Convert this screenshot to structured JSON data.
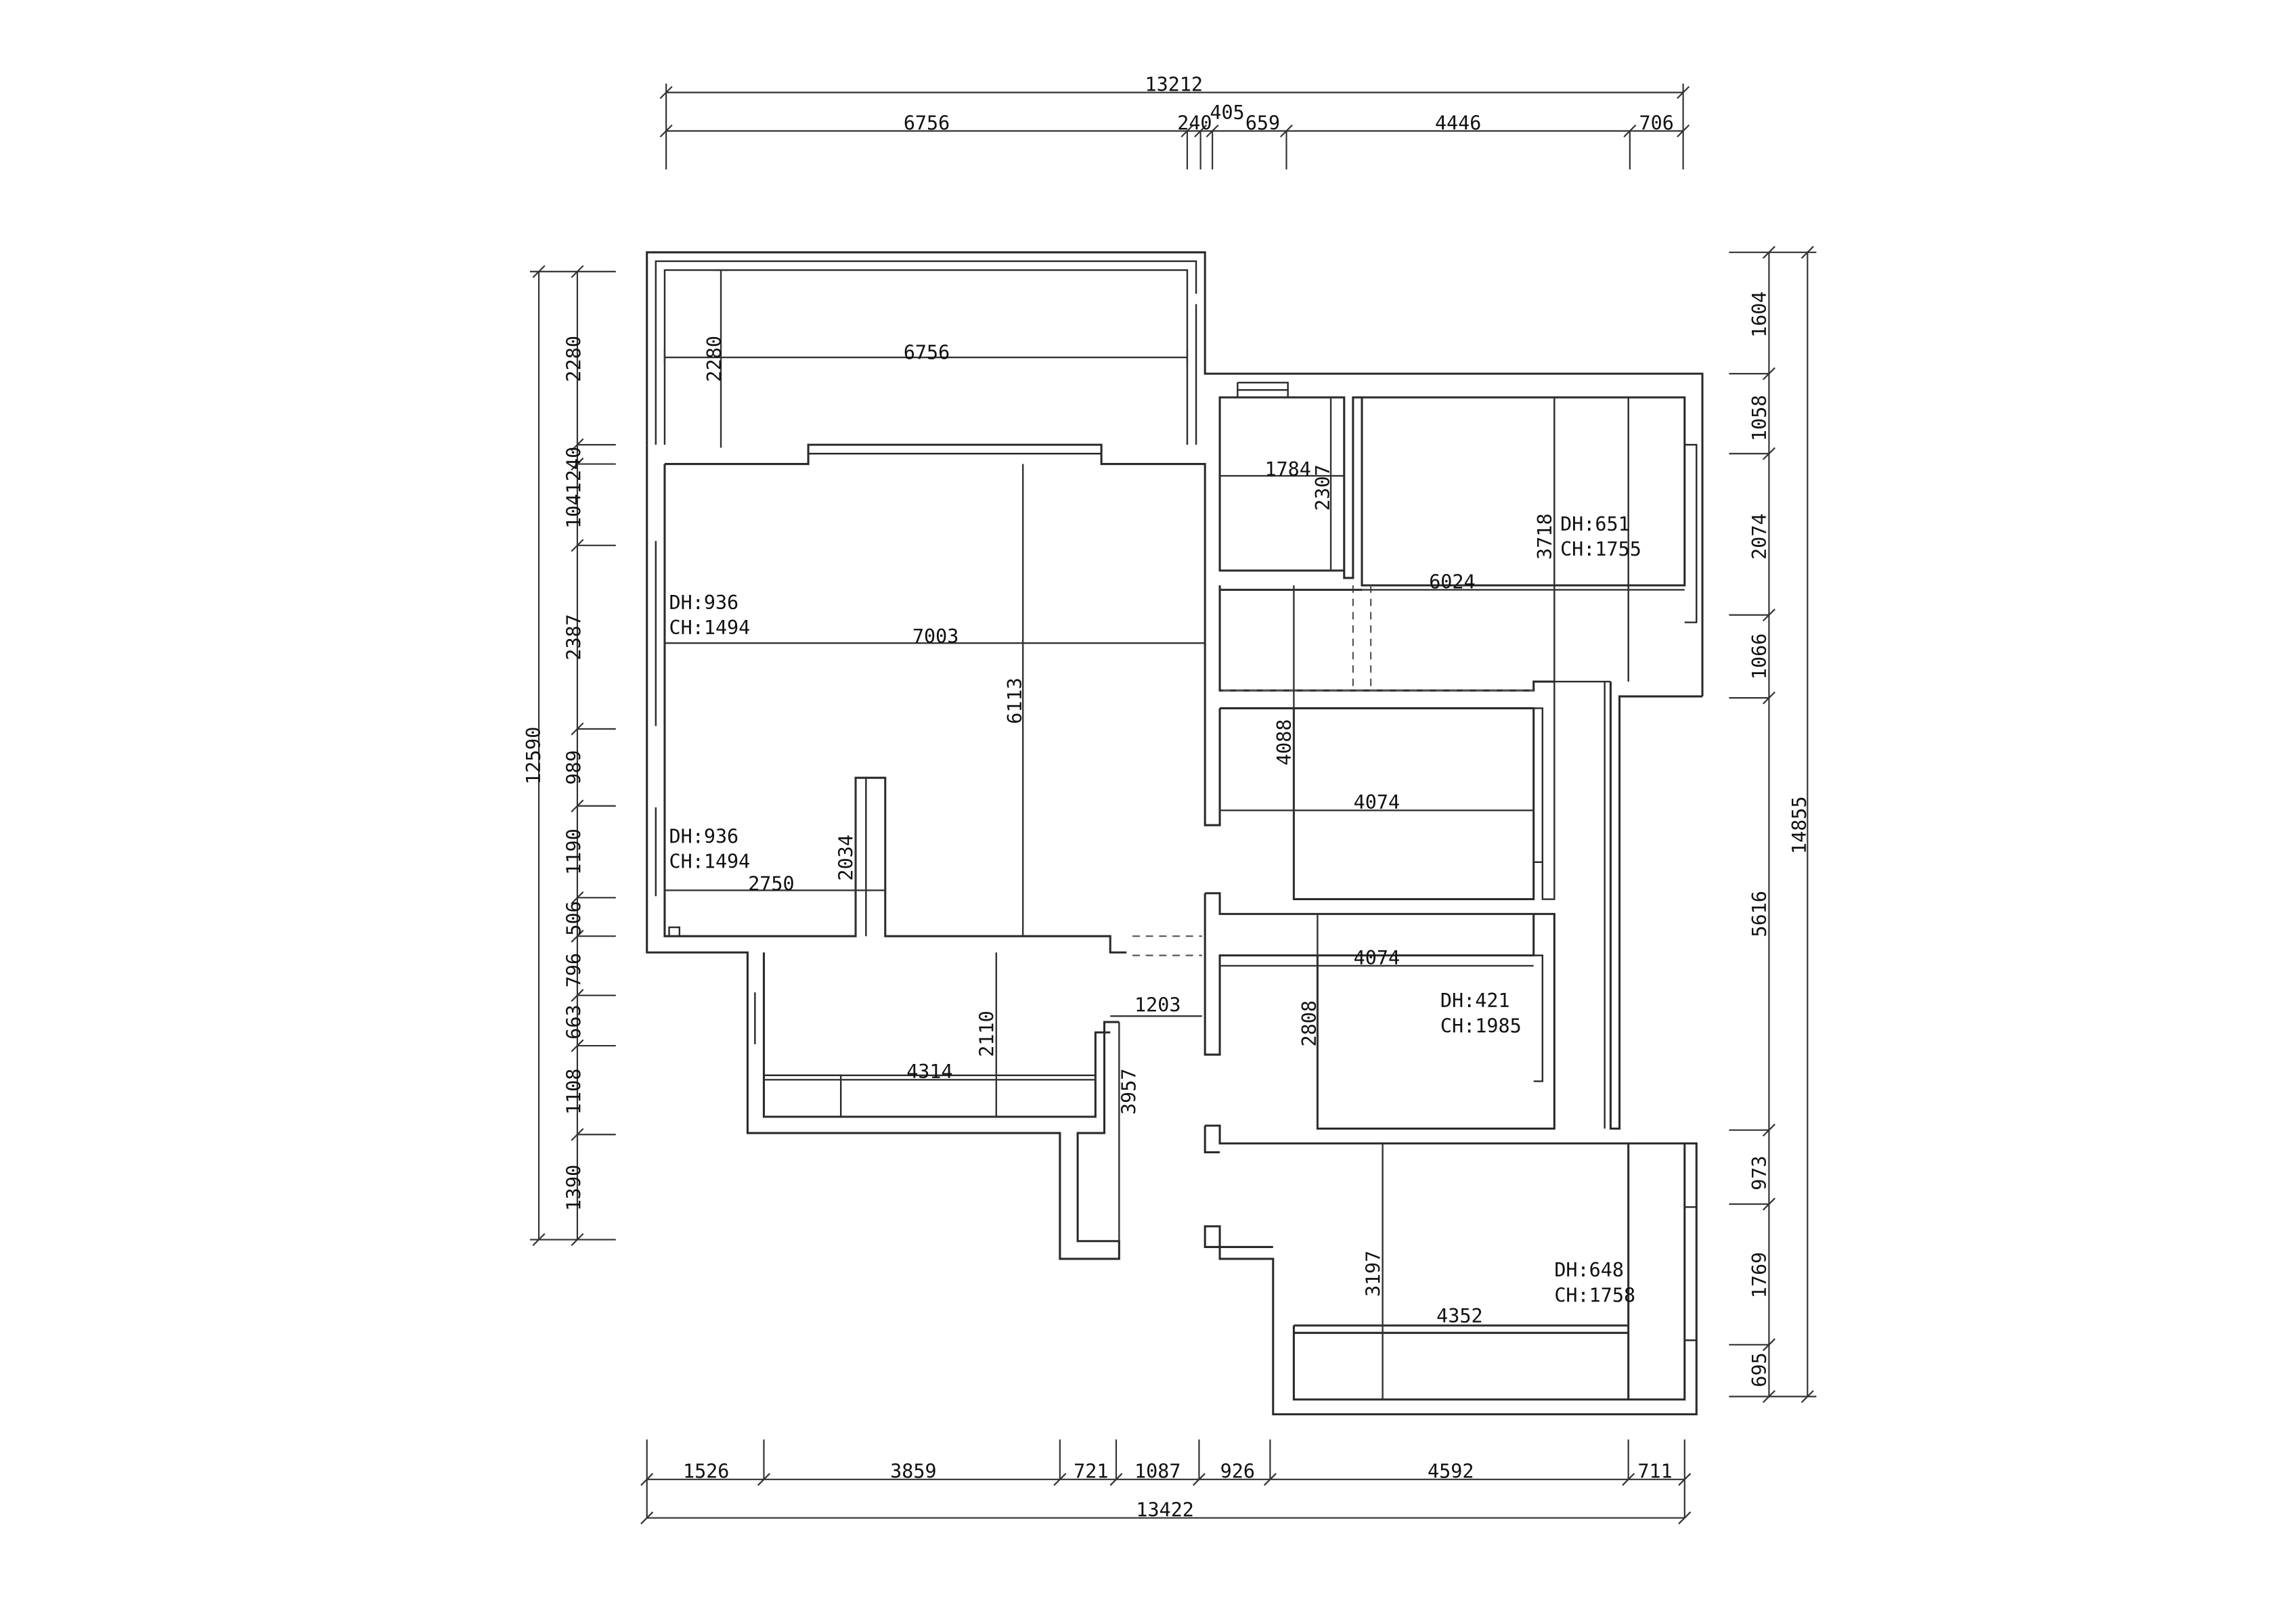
{
  "plan": {
    "top_chain": {
      "overall": "13212",
      "segments": [
        "6756",
        "240",
        "405",
        "659",
        "4446",
        "706"
      ]
    },
    "bottom_chain": {
      "overall": "13422",
      "segments": [
        "1526",
        "3859",
        "721",
        "1087",
        "926",
        "4592",
        "711"
      ]
    },
    "left_chain": {
      "overall": "12590",
      "segments": [
        "2280",
        "240",
        "1041",
        "2387",
        "989",
        "1190",
        "506",
        "796",
        "663",
        "1108",
        "1390"
      ]
    },
    "right_chain": {
      "overall": "14855",
      "segments": [
        "1604",
        "1058",
        "2074",
        "1066",
        "5616",
        "973",
        "1769",
        "695"
      ]
    },
    "interior": {
      "balcony_width": "6756",
      "balcony_depth": "2280",
      "toilet_width": "1784",
      "toilet_depth": "2307",
      "master_width": "6024",
      "master_depth": "3718",
      "living_width": "7003",
      "living_depth": "6113",
      "dining_width": "2750",
      "dining_depth": "2034",
      "corridor_depth": "4088",
      "room2_width": "4074",
      "room3_width": "4074",
      "room3_depth": "2808",
      "kitchen_width": "4314",
      "kitchen_depth": "2110",
      "passage_width": "1203",
      "passage_depth": "3957",
      "room4_width": "4352",
      "room4_depth": "3197"
    },
    "openings": {
      "living_window_1": {
        "dh": "DH:936",
        "ch": "CH:1494"
      },
      "living_window_2": {
        "dh": "DH:936",
        "ch": "CH:1494"
      },
      "master_window": {
        "dh": "DH:651",
        "ch": "CH:1755"
      },
      "room3_window": {
        "dh": "DH:421",
        "ch": "CH:1985"
      },
      "room4_window": {
        "dh": "DH:648",
        "ch": "CH:1758"
      }
    }
  }
}
